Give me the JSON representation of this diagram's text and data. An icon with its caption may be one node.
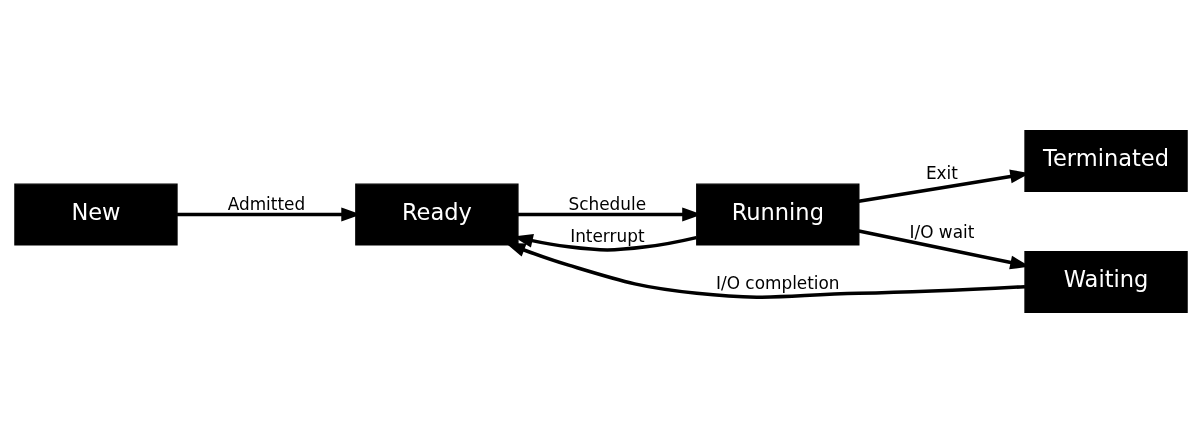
{
  "diagram": {
    "nodes": [
      {
        "text": [
          "New"
        ]
      },
      {
        "text": [
          "Ready"
        ]
      },
      {
        "text": [
          "Running"
        ]
      },
      {
        "text": [
          "Terminated"
        ]
      },
      {
        "text": [
          "Waiting"
        ]
      }
    ],
    "edges": [
      {
        "from": 0,
        "to": 1,
        "arrow": "to",
        "label": "Admitted"
      },
      {
        "from": 1,
        "to": 2,
        "arrow": "to",
        "label": "Schedule"
      },
      {
        "from": 2,
        "to": 3,
        "arrow": "to",
        "label": "Exit"
      },
      {
        "from": 2,
        "to": 1,
        "arrow": "to",
        "label": "Interrupt"
      },
      {
        "from": 2,
        "to": 4,
        "arrow": "to",
        "label": "I/O wait"
      },
      {
        "from": 4,
        "to": 1,
        "arrow": "to",
        "label": "I/O completion"
      }
    ]
  }
}
